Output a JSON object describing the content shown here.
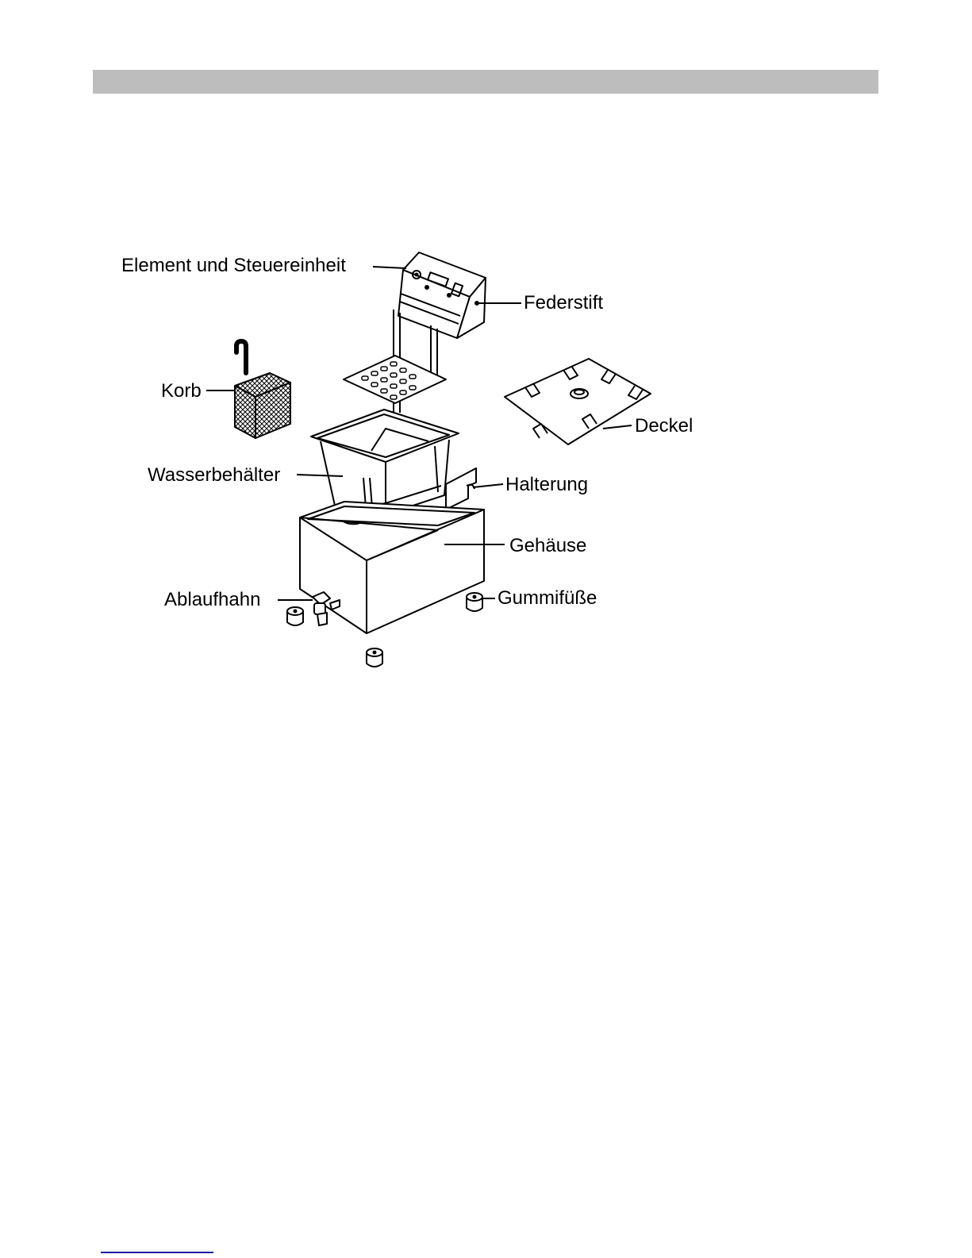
{
  "diagram": {
    "labels": {
      "element_control": "Element und Steuereinheit",
      "spring_pin": "Federstift",
      "basket": "Korb",
      "lid": "Deckel",
      "water_tank": "Wasserbehälter",
      "holder": "Halterung",
      "housing": "Gehäuse",
      "drain_tap": "Ablaufhahn",
      "rubber_feet": "Gummifüße"
    }
  }
}
